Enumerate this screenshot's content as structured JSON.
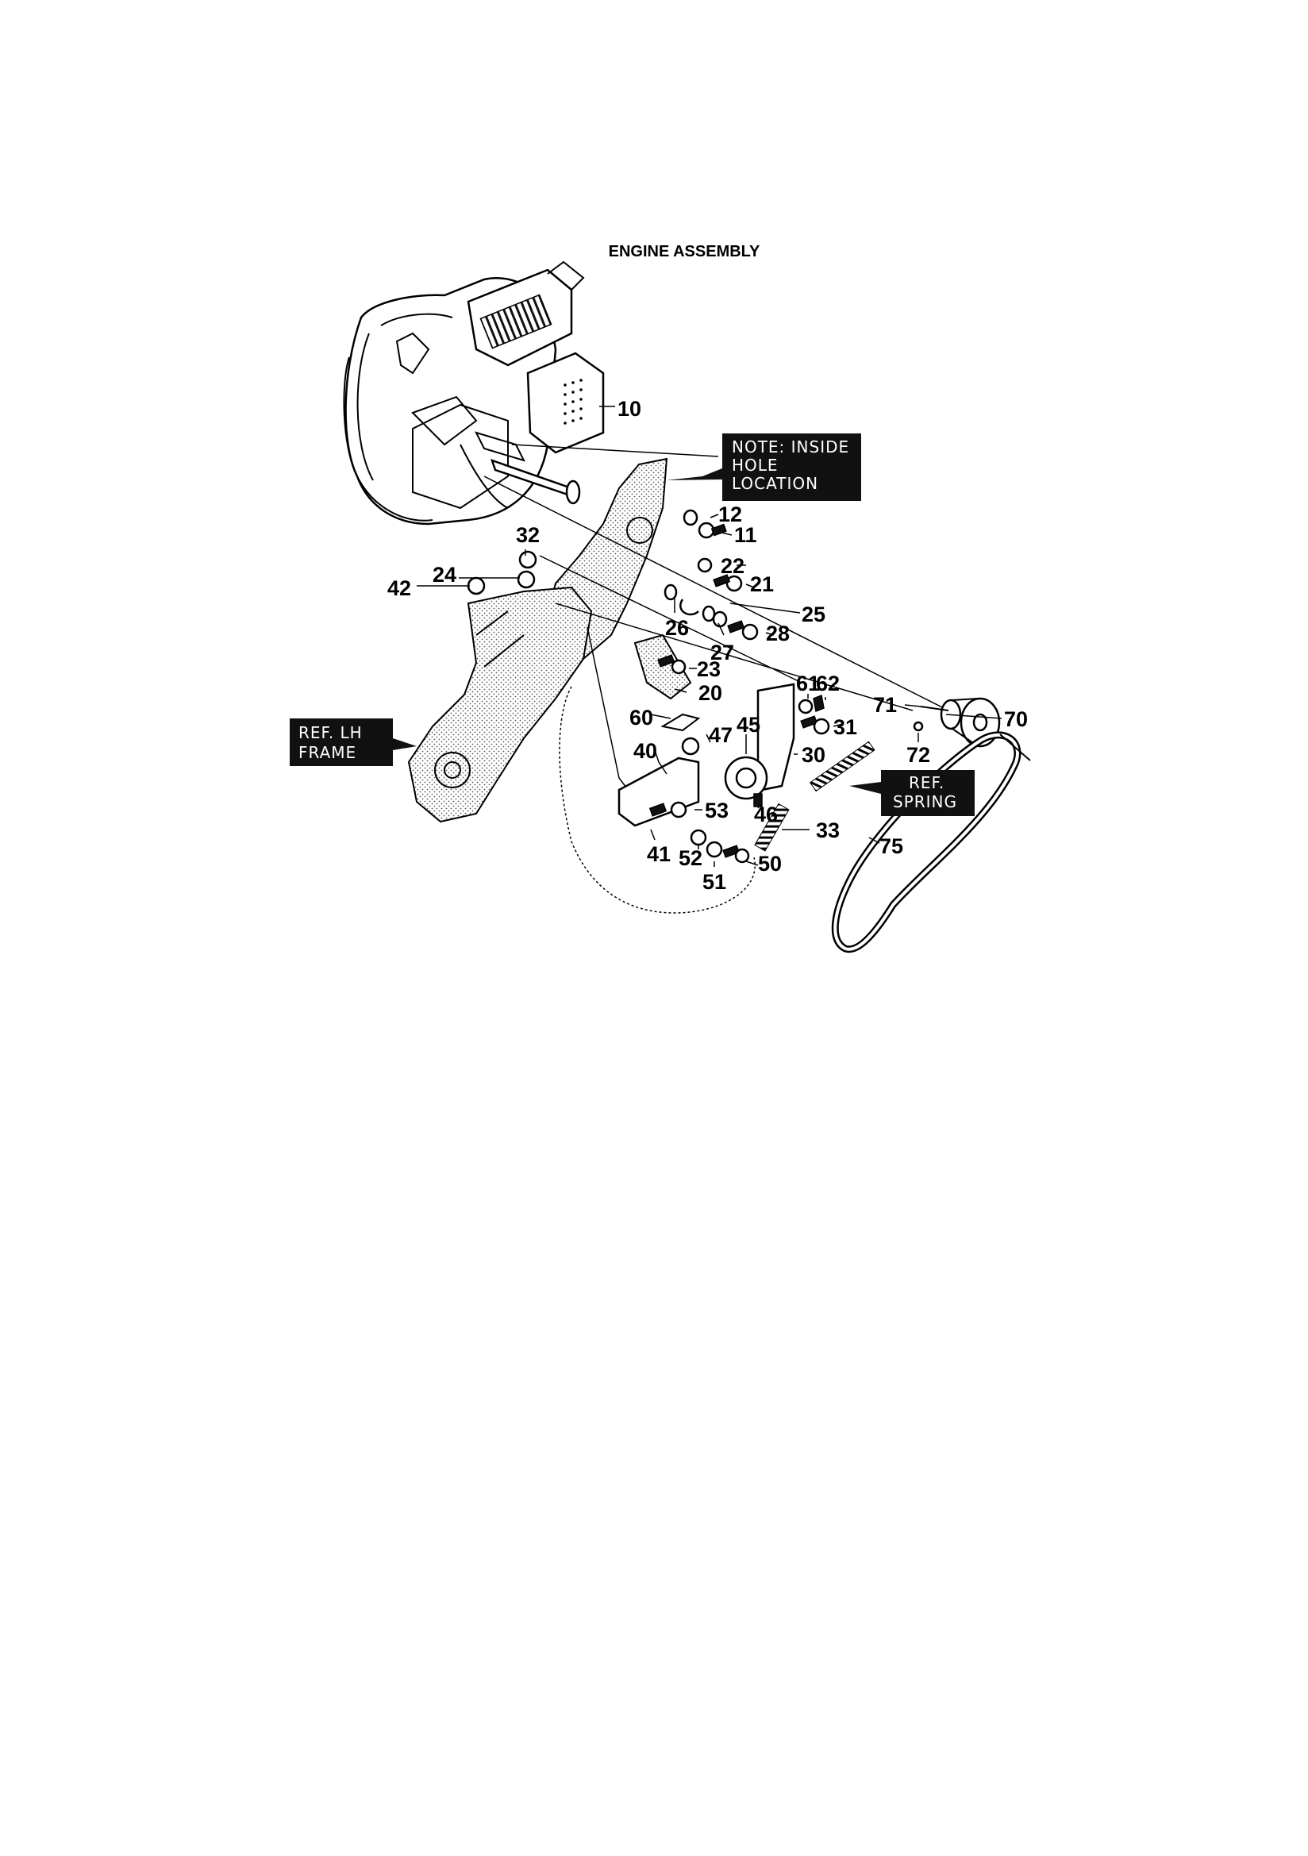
{
  "title": "ENGINE ASSEMBLY",
  "callouts": {
    "note": [
      "NOTE: INSIDE",
      "HOLE",
      "LOCATION"
    ],
    "lh_frame": [
      "REF. LH",
      "FRAME"
    ],
    "spring": [
      "REF.",
      "SPRING"
    ]
  },
  "part_numbers": [
    "10",
    "11",
    "12",
    "20",
    "21",
    "22",
    "23",
    "24",
    "25",
    "26",
    "27",
    "28",
    "30",
    "31",
    "32",
    "33",
    "40",
    "41",
    "42",
    "45",
    "46",
    "47",
    "50",
    "51",
    "52",
    "53",
    "60",
    "61",
    "62",
    "70",
    "71",
    "72",
    "75"
  ]
}
